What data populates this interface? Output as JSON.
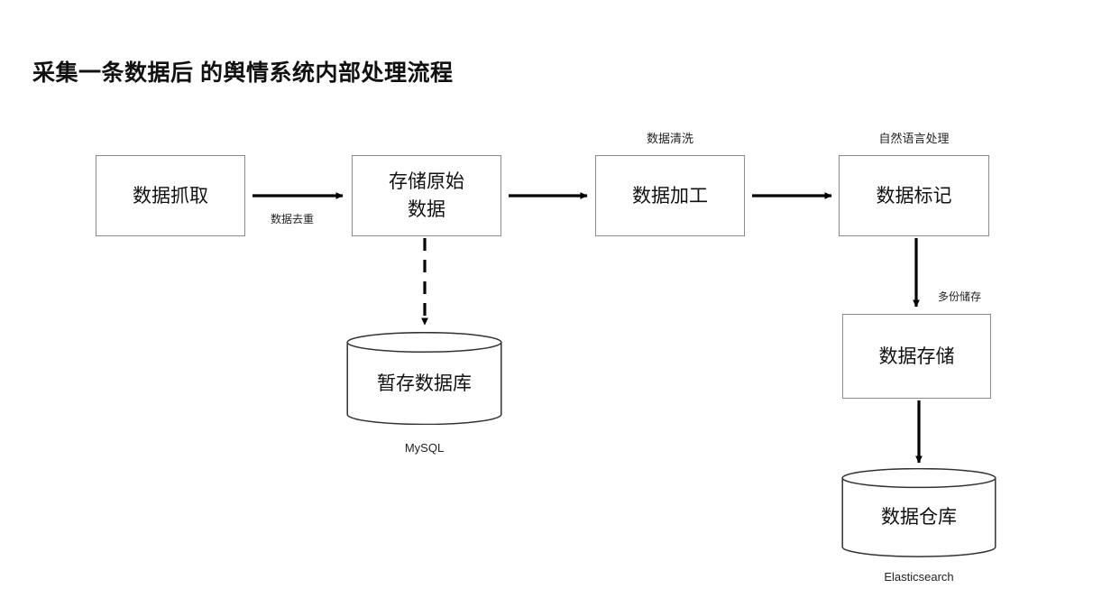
{
  "page": {
    "title": "采集一条数据后 的舆情系统内部处理流程",
    "background_color": "#ffffff",
    "text_color": "#111111",
    "box_border_color": "#8a8a8a",
    "arrow_color": "#000000"
  },
  "nodes": [
    {
      "id": "fetch",
      "shape": "rect",
      "label": "数据抓取",
      "caption_above": "",
      "caption_below": ""
    },
    {
      "id": "rawstore",
      "shape": "rect",
      "label": "存储原始\n数据",
      "caption_above": "",
      "caption_below": ""
    },
    {
      "id": "process",
      "shape": "rect",
      "label": "数据加工",
      "caption_above": "数据清洗",
      "caption_below": ""
    },
    {
      "id": "tagging",
      "shape": "rect",
      "label": "数据标记",
      "caption_above": "自然语言处理",
      "caption_below": ""
    },
    {
      "id": "storage",
      "shape": "rect",
      "label": "数据存储",
      "caption_above": "",
      "caption_below": ""
    },
    {
      "id": "tempdb",
      "shape": "cylinder",
      "label": "暂存数据库",
      "caption_above": "",
      "caption_below": "MySQL"
    },
    {
      "id": "warehouse",
      "shape": "cylinder",
      "label": "数据仓库",
      "caption_above": "",
      "caption_below": "Elasticsearch"
    }
  ],
  "edges": [
    {
      "id": "e1",
      "from": "fetch",
      "to": "rawstore",
      "style": "solid",
      "label": "数据去重"
    },
    {
      "id": "e2",
      "from": "rawstore",
      "to": "process",
      "style": "solid",
      "label": ""
    },
    {
      "id": "e3",
      "from": "process",
      "to": "tagging",
      "style": "solid",
      "label": ""
    },
    {
      "id": "e4",
      "from": "rawstore",
      "to": "tempdb",
      "style": "dashed",
      "label": ""
    },
    {
      "id": "e5",
      "from": "tagging",
      "to": "storage",
      "style": "solid",
      "label": "多份储存"
    },
    {
      "id": "e6",
      "from": "storage",
      "to": "warehouse",
      "style": "solid",
      "label": ""
    }
  ]
}
